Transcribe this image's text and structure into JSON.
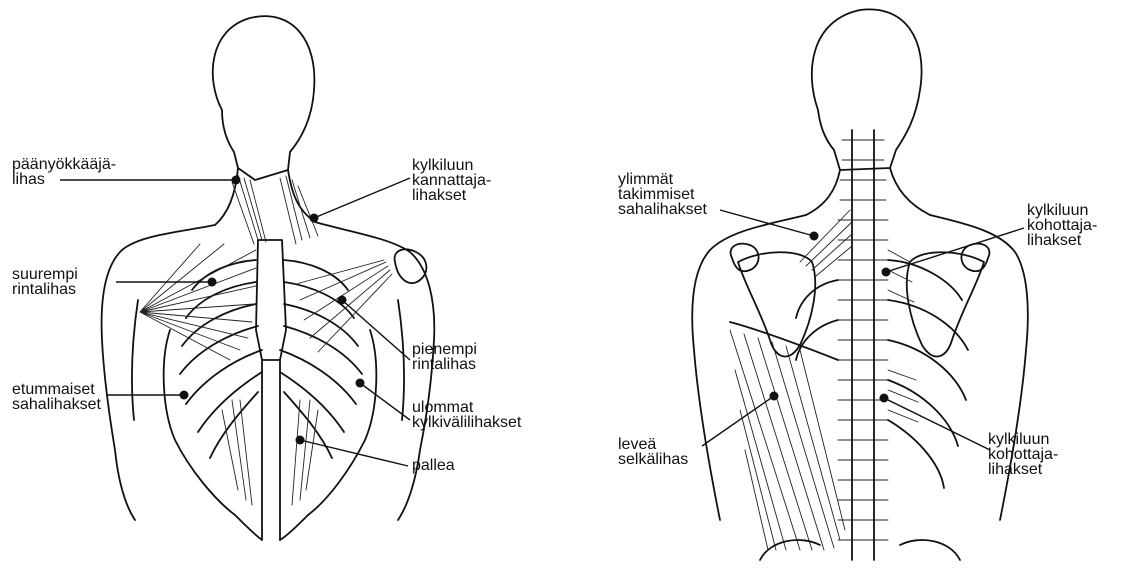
{
  "front_labels": {
    "paanyokkaaja": "päänyökkääjä-\nlihas",
    "kylkiluun_kannattaja": "kylkiluun\nkannattaja-\nlihakset",
    "suurempi_rintalihas": "suurempi\nrintalihas",
    "pienempi_rintalihas": "pienempi\nrintalihas",
    "etummaiset_sahalihakset": "etummaiset\nsahalihakset",
    "ulommat_kylkivalilihakset": "ulommat\nkylkivälilihakset",
    "pallea": "pallea"
  },
  "back_labels": {
    "ylimmat_takimmiset": "ylimmät\ntakimmiset\nsahalihakset",
    "kylkiluun_kohottaja_upper": "kylkiluun\nkohottaja-\nlihakset",
    "levea_selkalihas": "leveä\nselkälihas",
    "kylkiluun_kohottaja_lower": "kylkiluun\nkohottaja-\nlihakset"
  }
}
